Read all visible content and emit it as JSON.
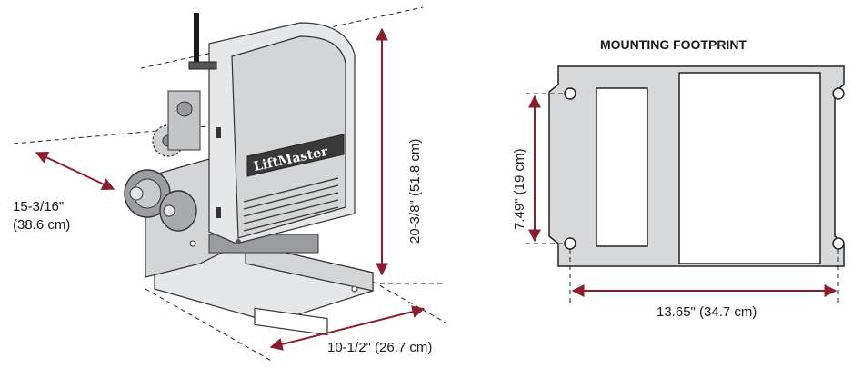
{
  "brand": {
    "logo_text": "LiftMaster"
  },
  "unit_dimensions": {
    "depth": "15-3/16\"",
    "depth_metric": "(38.6 cm)",
    "height": "20-3/8\" (51.8 cm)",
    "width": "10-1/2\" (26.7 cm)"
  },
  "footprint": {
    "title": "MOUNTING FOOTPRINT",
    "vertical_dim": "7.49\" (19 cm)",
    "horizontal_dim": "13.65\" (34.7 cm)"
  },
  "colors": {
    "dimension_arrow": "#8b1e2d",
    "housing": "#d4d5d7",
    "logo_plate": "#3a3a3a"
  }
}
